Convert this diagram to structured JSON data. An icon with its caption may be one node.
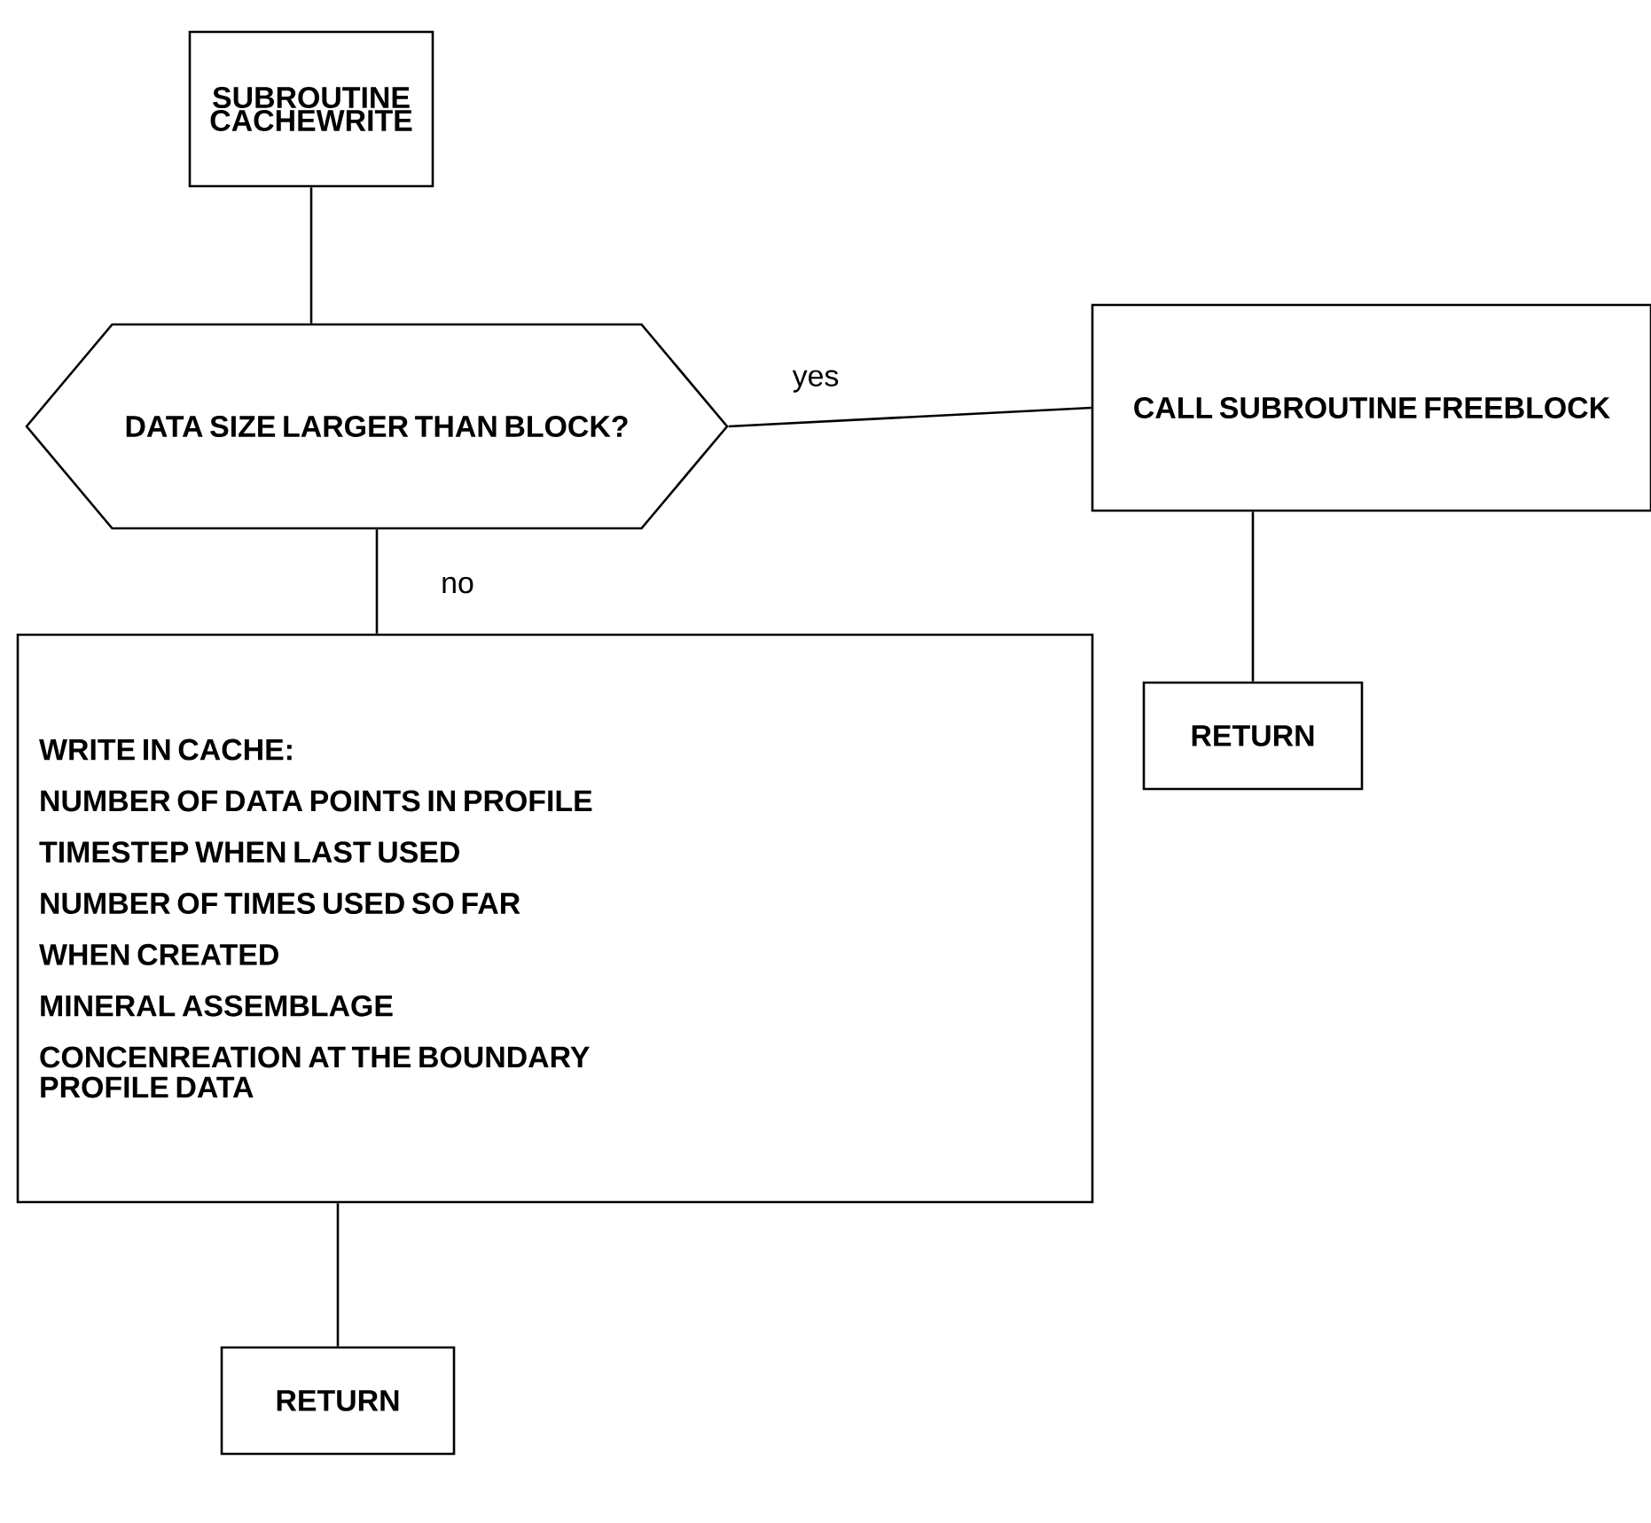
{
  "diagram": {
    "nodes": [
      {
        "text": [
          "SUBROUTINE CACHEWRITE"
        ]
      },
      {
        "text": [
          "DATA SIZE LARGER THAN BLOCK?"
        ]
      },
      {
        "text": [
          "CALL SUBROUTINE FREEBLOCK"
        ]
      },
      {
        "text": [
          "RETURN"
        ]
      },
      {
        "text": [
          "WRITE IN CACHE:",
          "NUMBER OF DATA POINTS IN PROFILE",
          "TIMESTEP WHEN LAST USED",
          "NUMBER OF TIMES USED SO FAR",
          "WHEN CREATED",
          "MINERAL ASSEMBLAGE",
          "CONCENREATION AT THE BOUNDARY",
          "PROFILE DATA"
        ]
      },
      {
        "text": [
          "RETURN"
        ]
      }
    ],
    "edges": [
      {
        "from": 0,
        "to": 1,
        "arrow": "none"
      },
      {
        "from": 1,
        "to": 2,
        "arrow": "none",
        "label": "yes"
      },
      {
        "from": 1,
        "to": 4,
        "arrow": "none",
        "label": "no"
      },
      {
        "from": 2,
        "to": 3,
        "arrow": "none"
      },
      {
        "from": 4,
        "to": 5,
        "arrow": "none"
      }
    ]
  }
}
